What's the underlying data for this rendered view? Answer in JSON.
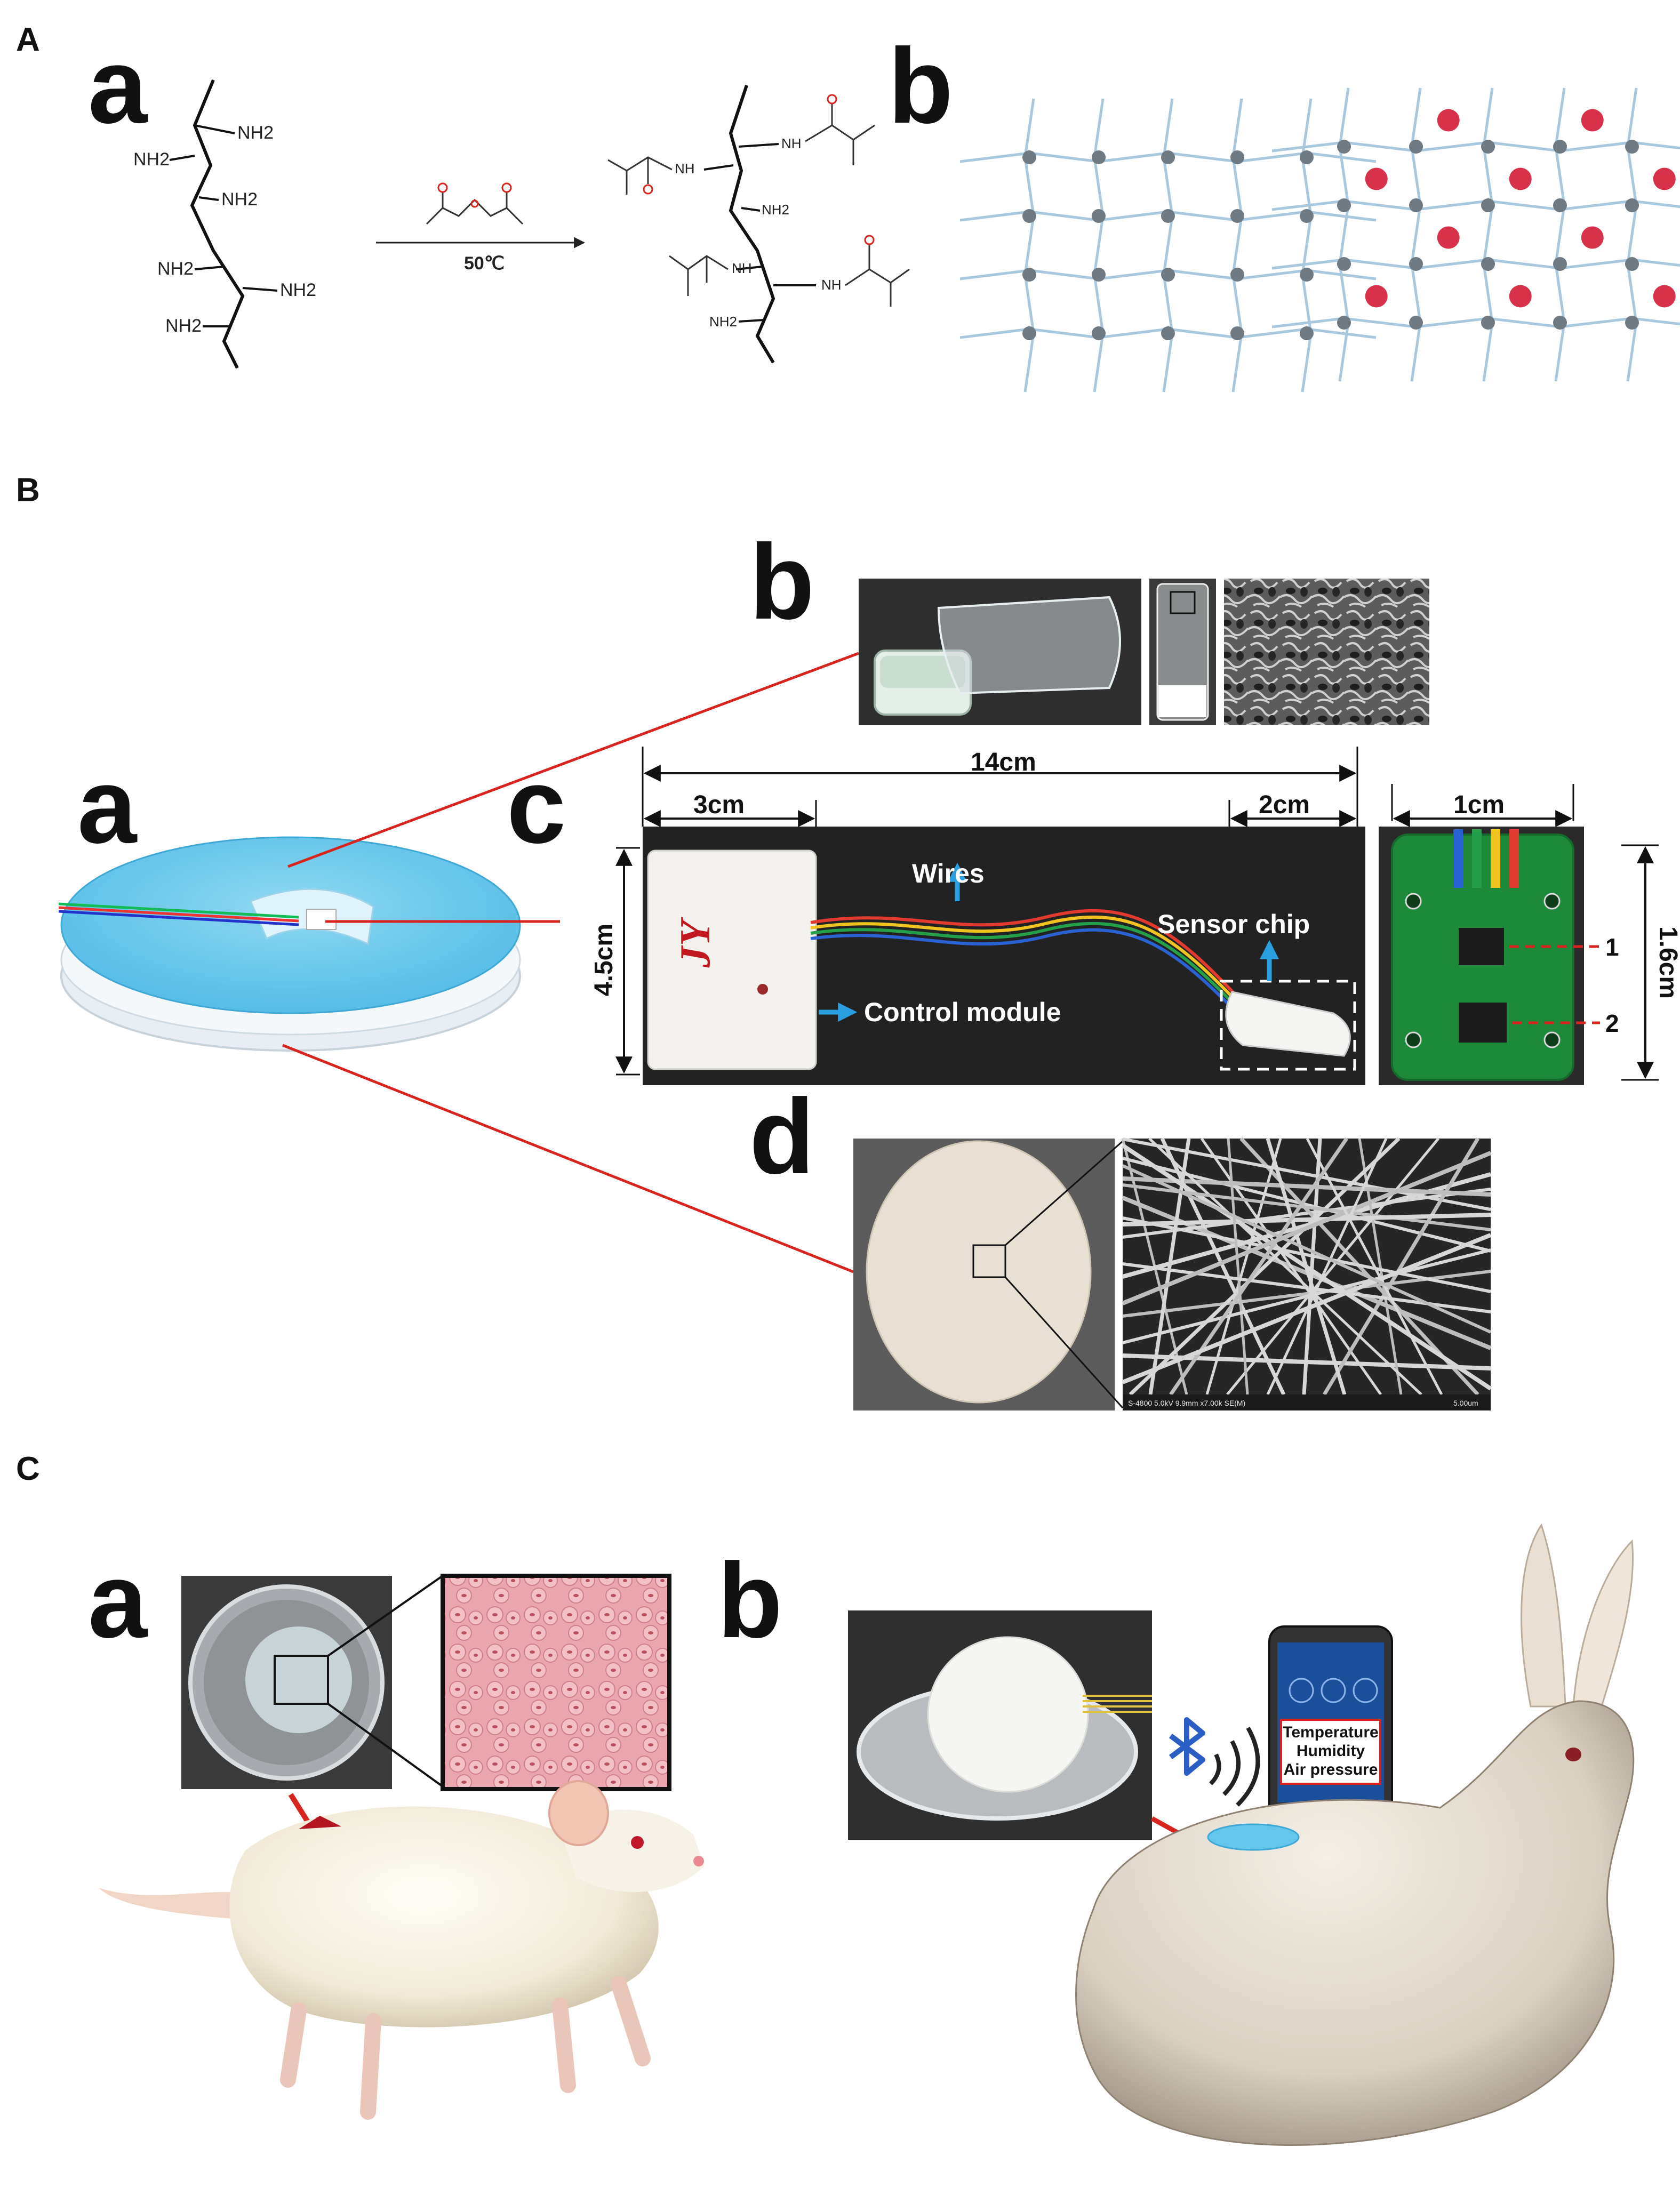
{
  "sections": {
    "A": {
      "label": "A",
      "panel_a": "a",
      "panel_b": "b",
      "reactant_groups": [
        "NH2",
        "NH2",
        "NH2",
        "NH2",
        "NH2",
        "NH2"
      ],
      "reaction_condition": "50℃",
      "product_labels": [
        "NH",
        "NH2",
        "NH",
        "NH",
        "NH",
        "NH2"
      ]
    },
    "B": {
      "label": "B",
      "panel_a": "a",
      "panel_b": "b",
      "panel_c": "c",
      "panel_d": "d",
      "dimensions": {
        "total_length": "14cm",
        "module_length": "3cm",
        "chip_length": "2cm",
        "height": "4.5cm",
        "pcb_width": "1cm",
        "pcb_height": "1.6cm"
      },
      "labels": {
        "wires": "Wires",
        "sensor_chip": "Sensor chip",
        "control_module": "Control module",
        "module_brand": "JY",
        "pcb_marker_1": "1",
        "pcb_marker_2": "2"
      },
      "sem_caption": "S-4800 5.0kV 9.9mm x7.00k SE(M)",
      "sem_scale": "5.00um"
    },
    "C": {
      "label": "C",
      "panel_a": "a",
      "panel_b": "b",
      "phone_lines": [
        "Temperature",
        "Humidity",
        "Air pressure"
      ]
    }
  },
  "colors": {
    "hydrogel_blue": "#63c6ea",
    "leader_red": "#d8241f",
    "callout_blue": "#2a9fe0",
    "pcb_green": "#1d8a3a",
    "tissue_pink": "#e9a6ae",
    "network_line": "#a9c7dd",
    "network_node": "#707a82",
    "nanoparticle_red": "#d8324a",
    "bluetooth": "#2a5ec4"
  }
}
